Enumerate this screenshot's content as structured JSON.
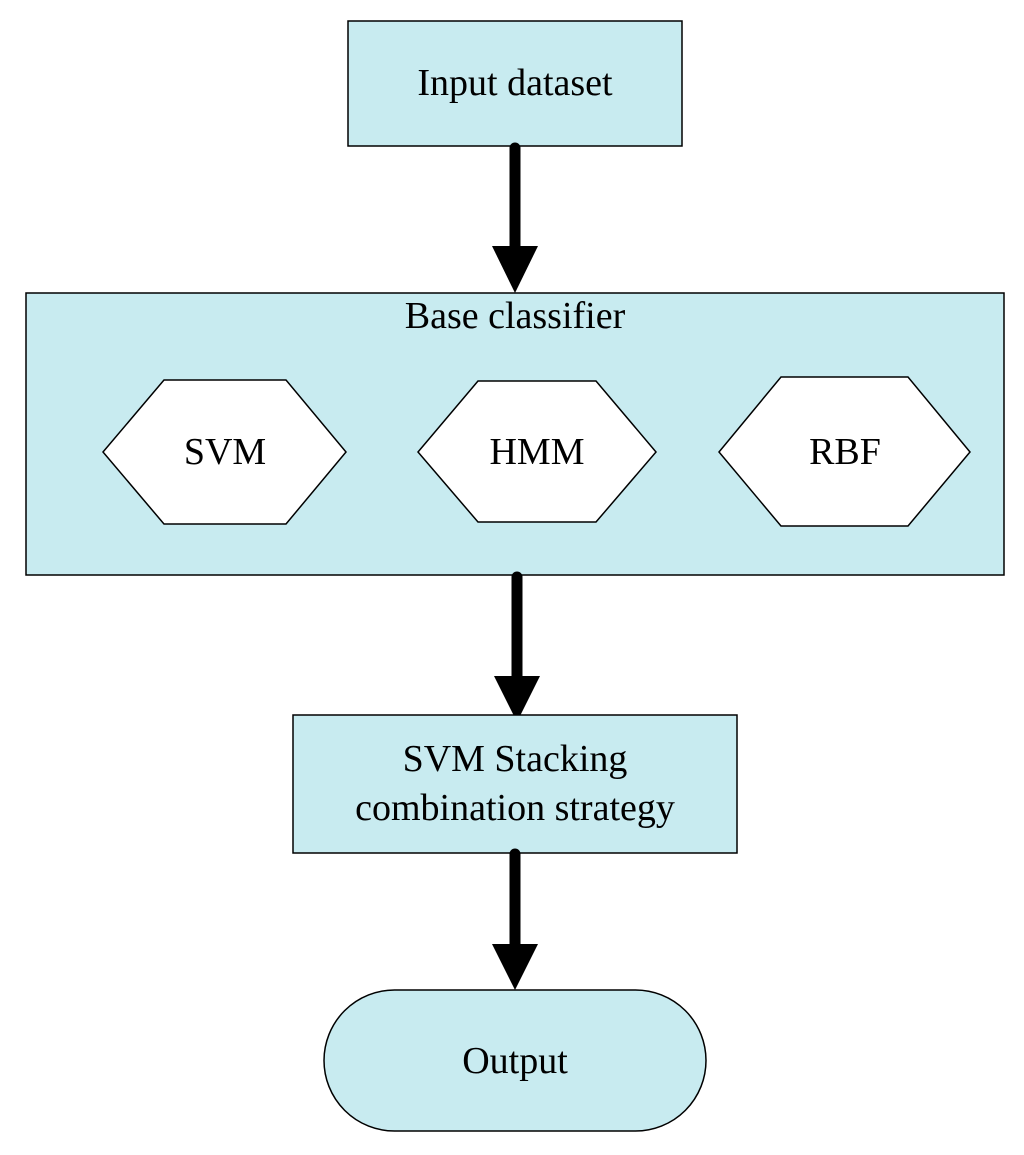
{
  "colors": {
    "box_fill": "#c8ebf0",
    "hex_fill": "#ffffff",
    "stroke": "#000000"
  },
  "nodes": {
    "input": {
      "label": "Input dataset"
    },
    "base": {
      "title": "Base classifier",
      "classifiers": [
        "SVM",
        "HMM",
        "RBF"
      ]
    },
    "stacking": {
      "line1": "SVM Stacking",
      "line2": "combination strategy"
    },
    "output": {
      "label": "Output"
    }
  }
}
